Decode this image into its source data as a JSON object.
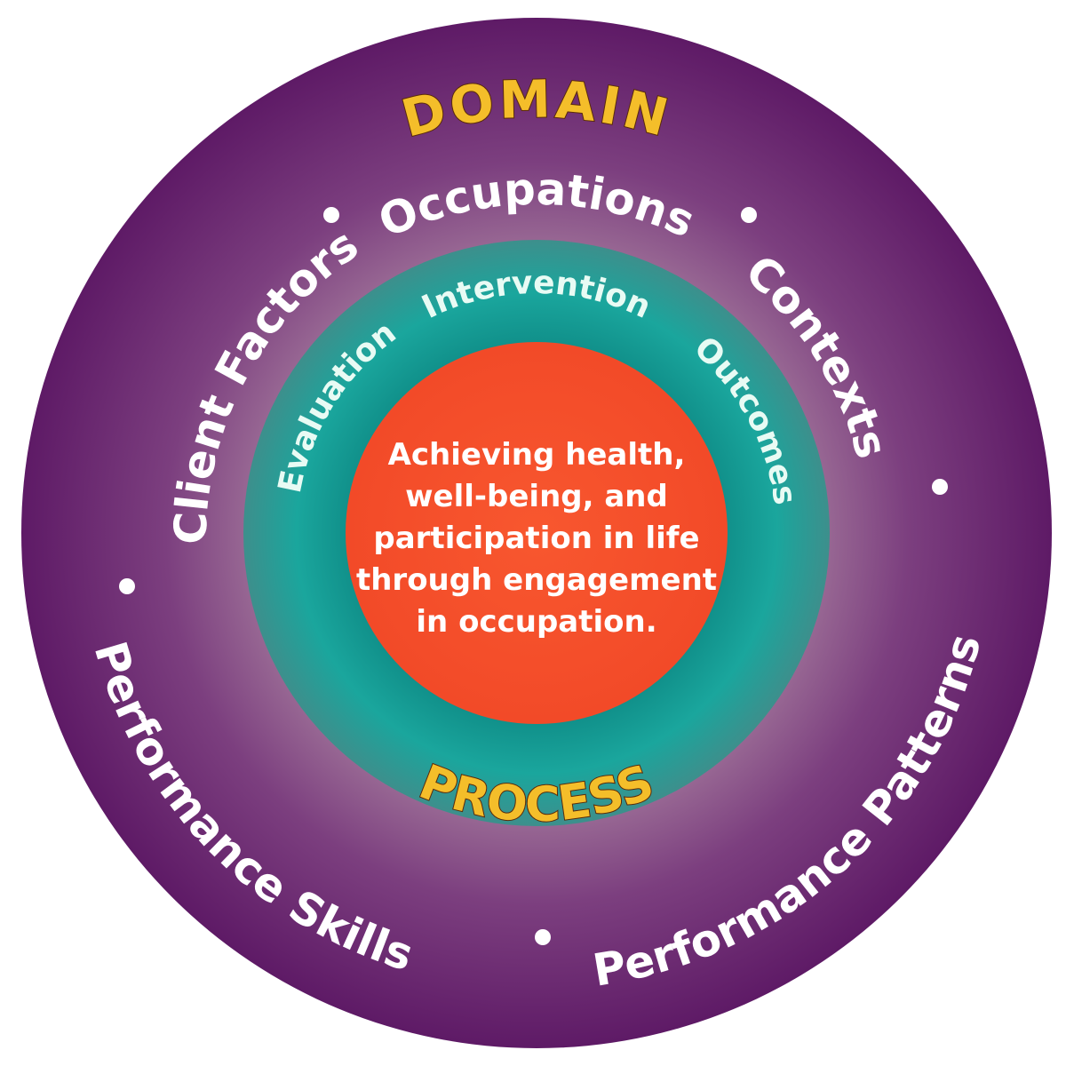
{
  "colors": {
    "outer_ring": "#6b2370",
    "outer_ring_inner": "#8a5a8c",
    "middle_ring": "#1aa39a",
    "middle_ring_glow": "#0f8f88",
    "center": "#f5522f",
    "title_yellow": "#f4be2a",
    "text_white": "#ffffff"
  },
  "domain": {
    "title": "DOMAIN",
    "items": {
      "occupations": "Occupations",
      "contexts": "Contexts",
      "performance_patterns": "Performance Patterns",
      "performance_skills": "Performance Skills",
      "client_factors": "Client Factors"
    }
  },
  "process": {
    "title": "PROCESS",
    "items": {
      "intervention": "Intervention",
      "evaluation": "Evaluation",
      "outcomes": "Outcomes"
    }
  },
  "center": {
    "lines": [
      "Achieving health,",
      "well-being, and",
      "participation in life",
      "through engagement",
      "in occupation."
    ]
  }
}
